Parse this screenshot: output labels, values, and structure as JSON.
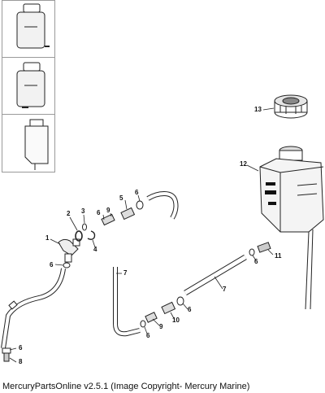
{
  "callouts": {
    "c13": "13",
    "c12": "12",
    "c1": "1",
    "c2": "2",
    "c3": "3",
    "c4": "4",
    "c5": "5",
    "c6a": "6",
    "c6b": "6",
    "c6c": "6",
    "c6d": "6",
    "c6e": "6",
    "c6f": "6",
    "c6g": "6",
    "c7a": "7",
    "c7b": "7",
    "c8": "8",
    "c9a": "9",
    "c9b": "9",
    "c10": "10",
    "c11": "11"
  },
  "footer": {
    "copyright": "MercuryPartsOnline v2.5.1 (Image Copyright- Mercury Marine)"
  }
}
